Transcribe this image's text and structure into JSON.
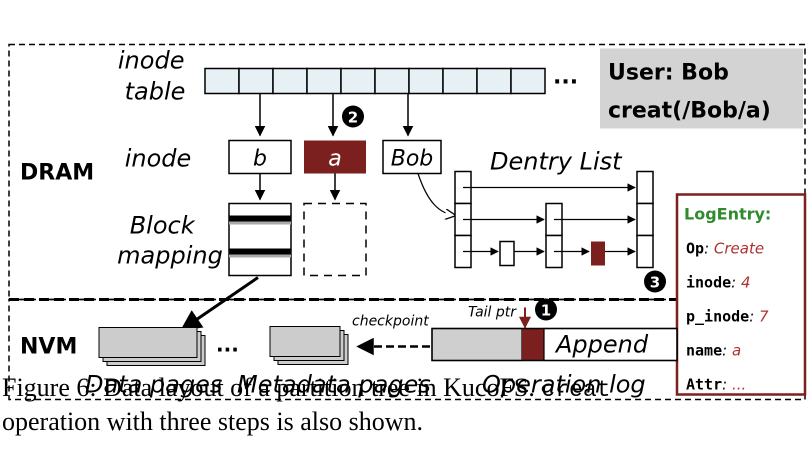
{
  "labels": {
    "inode_table_line1": "inode",
    "inode_table_line2": "table",
    "ellipsis_top": "...",
    "inode": "inode",
    "block_mapping_line1": "Block",
    "block_mapping_line2": "mapping",
    "dram": "DRAM",
    "nvm": "NVM",
    "dentry_list": "Dentry List",
    "checkpoint": "checkpoint",
    "tail_ptr": "Tail ptr",
    "append": "Append",
    "ellipsis_bottom": "...",
    "data_pages": "Data pages",
    "metadata_pages": "Metadata pages",
    "operation_log": "Operation log"
  },
  "inode_boxes": {
    "b": "b",
    "a": "a",
    "bob": "Bob"
  },
  "steps": {
    "one": "1",
    "two": "2",
    "three": "3"
  },
  "user_box": {
    "line1": "User: Bob",
    "line2": "creat(/Bob/a)"
  },
  "log_entry": {
    "title": "LogEntry:",
    "fields": [
      {
        "key": "Op",
        "value": "Create"
      },
      {
        "key": "inode",
        "value": "4"
      },
      {
        "key": "p_inode",
        "value": "7"
      },
      {
        "key": "name",
        "value": "a"
      },
      {
        "key": "Attr",
        "value": "..."
      }
    ]
  },
  "caption": {
    "prefix": "Figure 6: Data layout of a partition tree in ",
    "system": "KucoFS",
    "mid": ". ",
    "code": "creat",
    "line2": "operation with three steps is also shown."
  },
  "colors": {
    "highlight": "#7b1f1f",
    "table_fill": "#e6f0f5",
    "page_fill": "#cccccc",
    "log_fill": "#cfcfcf",
    "user_box": "#d3d3d3",
    "log_title": "#2e8b2e"
  }
}
